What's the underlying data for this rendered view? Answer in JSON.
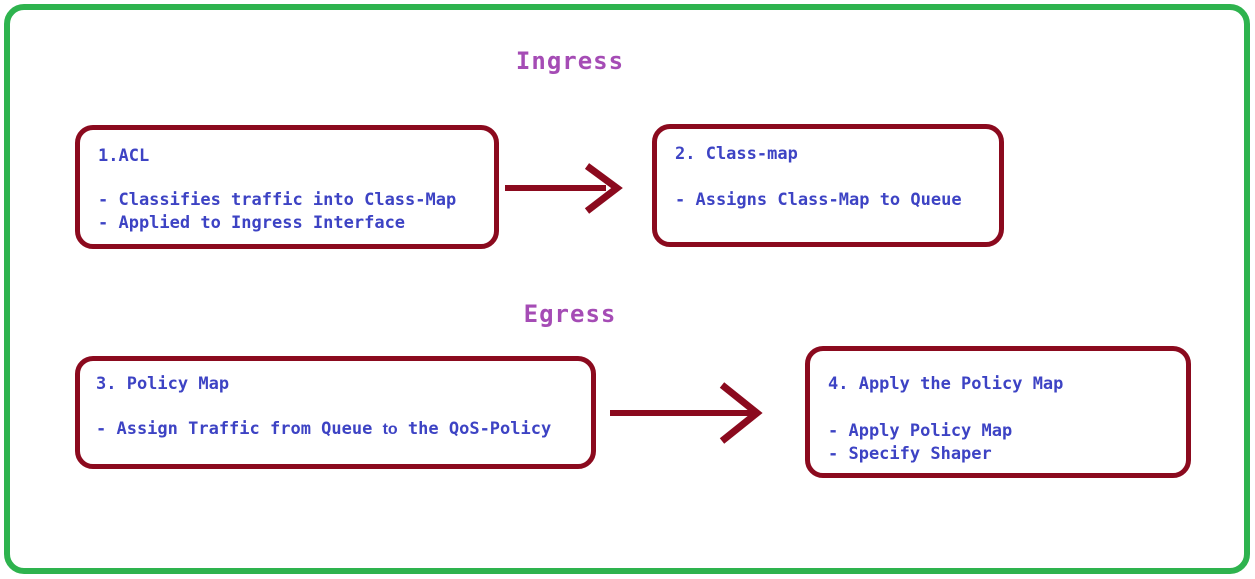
{
  "diagram": {
    "sections": [
      {
        "title": "Ingress"
      },
      {
        "title": "Egress"
      }
    ],
    "boxes": [
      {
        "title": "1.ACL",
        "lines": [
          "- Classifies traffic into Class-Map",
          "- Applied to Ingress Interface"
        ]
      },
      {
        "title": "2. Class-map",
        "lines": [
          "- Assigns Class-Map to Queue"
        ]
      },
      {
        "title": "3. Policy Map",
        "line_prefix": "- Assign Traffic from Queue ",
        "line_alt": "to",
        "line_suffix": " the QoS-Policy"
      },
      {
        "title": "4. Apply the Policy Map",
        "lines": [
          "- Apply Policy Map",
          "- Specify Shaper"
        ]
      }
    ],
    "icons": [
      {
        "name": "arrow-right-1"
      },
      {
        "name": "arrow-right-2"
      }
    ],
    "colors": {
      "frame_green": "#2eb34e",
      "box_border_maroon": "#8b0a1e",
      "arrow_maroon": "#8b0a1e",
      "text_blue": "#3d43c4",
      "heading_purple": "#a54cb5",
      "background": "#ffffff"
    }
  }
}
